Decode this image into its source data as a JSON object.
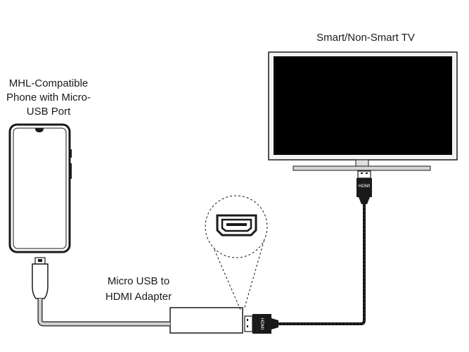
{
  "labels": {
    "tv": "Smart/Non-Smart TV",
    "phone_line1": "MHL-Compatible",
    "phone_line2": "Phone with Micro-",
    "phone_line3": "USB Port",
    "adapter_line1": "Micro USB to",
    "adapter_line2": "HDMI Adapter"
  },
  "connector_text": {
    "hdmi_vertical": "HDMI",
    "hdmi_horizontal": "HDMI"
  },
  "colors": {
    "outline": "#1a1a1a",
    "screen": "#000000",
    "stand": "#d4d4d4",
    "cable_black": "#111111",
    "cable_grey": "#cfcfcf"
  }
}
